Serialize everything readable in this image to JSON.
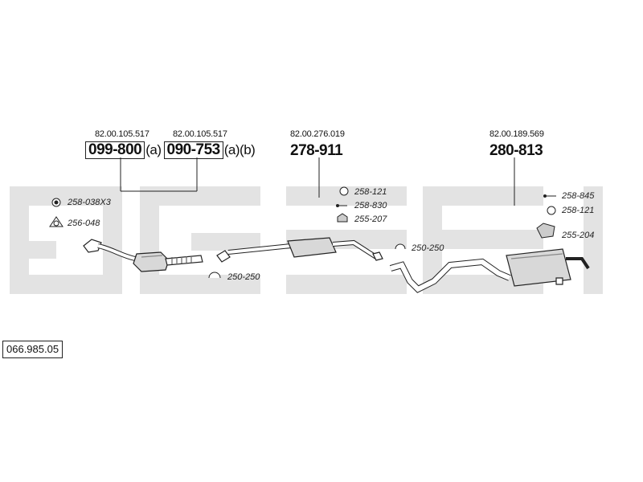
{
  "catalog_ref": "066.985.05",
  "parts": {
    "front_oem": "82.00.105.517",
    "front_pn": "099-800",
    "front_pn_suffix": "(a)",
    "front_alt_oem": "82.00.105.517",
    "front_alt_pn": "090-753",
    "front_alt_suffix": "(a)(b)",
    "middle_oem": "82.00.276.019",
    "middle_pn": "278-911",
    "rear_oem": "82.00.189.569",
    "rear_pn": "280-813"
  },
  "accessories": {
    "a1": "258-038X3",
    "a2": "256-048",
    "a3": "250-250",
    "a4": "258-121",
    "a5": "258-830",
    "a6": "255-207",
    "a7": "250-250",
    "a8": "258-845",
    "a9": "258-121",
    "a10": "255-204"
  },
  "colors": {
    "watermark": "#e3e3e3",
    "ink": "#222222",
    "muffler_fill": "#d8d8d8"
  }
}
